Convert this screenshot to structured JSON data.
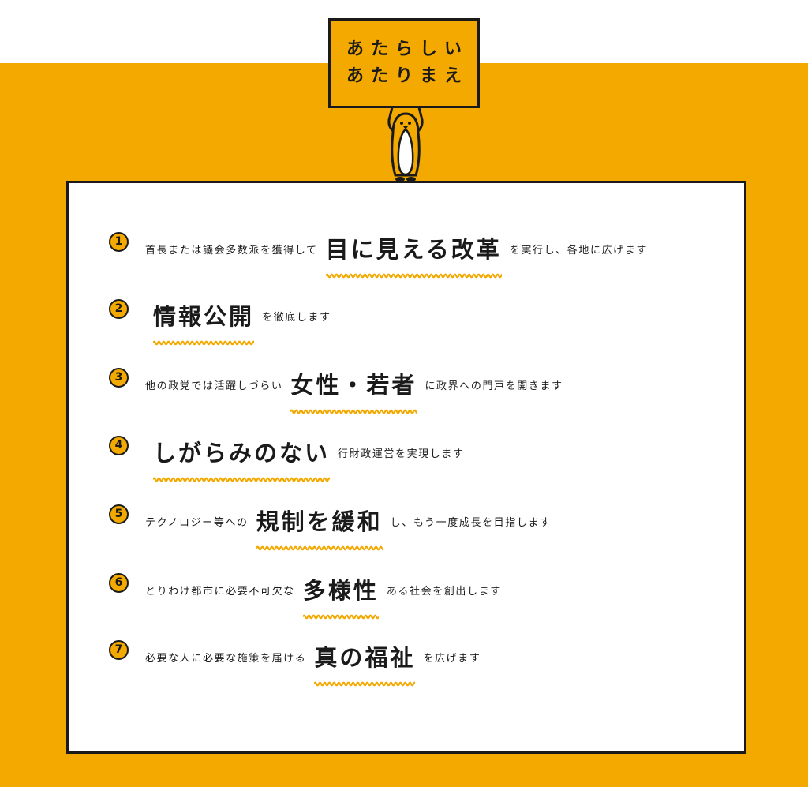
{
  "sign": {
    "line1": "あたらしい",
    "line2": "あたりまえ"
  },
  "items": [
    {
      "number": "1",
      "before": "首長または議会多数派を獲得して",
      "highlight": "目に見える改革",
      "after": "を実行し、各地に広げます"
    },
    {
      "number": "2",
      "before": "",
      "highlight": "情報公開",
      "after": "を徹底します"
    },
    {
      "number": "3",
      "before": "他の政党では活躍しづらい",
      "highlight": "女性・若者",
      "after": "に政界への門戸を開きます"
    },
    {
      "number": "4",
      "before": "",
      "highlight": "しがらみのない",
      "after": "行財政運営を実現します"
    },
    {
      "number": "5",
      "before": "テクノロジー等への",
      "highlight": "規制を緩和",
      "after": "し、もう一度成長を目指します"
    },
    {
      "number": "6",
      "before": "とりわけ都市に必要不可欠な",
      "highlight": "多様性",
      "after": "ある社会を創出します"
    },
    {
      "number": "7",
      "before": "必要な人に必要な施策を届ける",
      "highlight": "真の福祉",
      "after": "を広げます"
    }
  ],
  "colors": {
    "accent": "#F3A900",
    "ink": "#1a1a1a",
    "card": "#ffffff"
  }
}
